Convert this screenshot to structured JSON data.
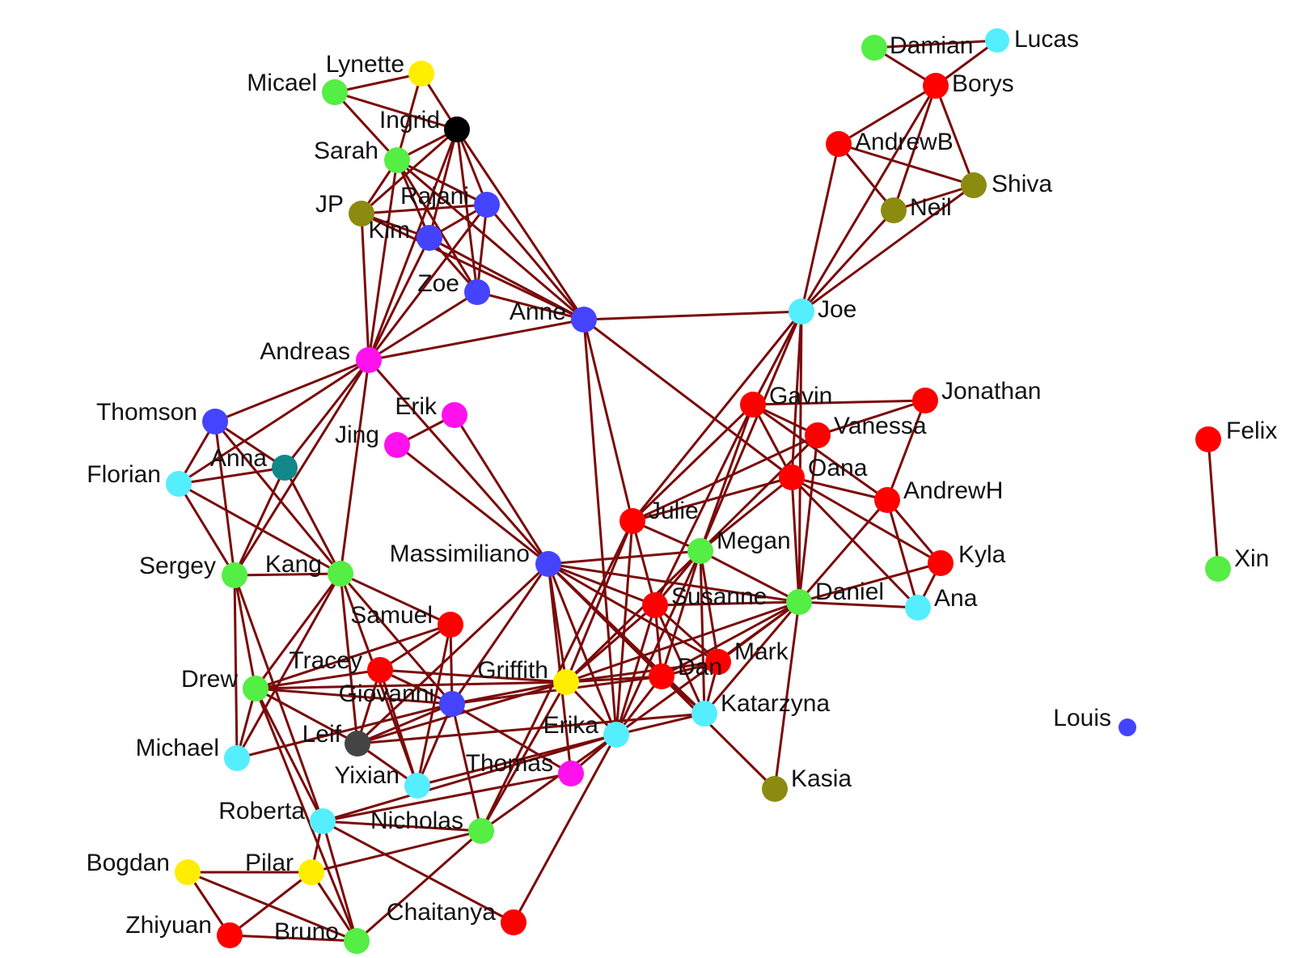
{
  "diagram": {
    "type": "network-graph",
    "edge_color": "#7a0a0a",
    "palette": {
      "red": "#ff0000",
      "green": "#55ee44",
      "cyan": "#55eeff",
      "blue": "#4444ff",
      "magenta": "#ff11ee",
      "yellow": "#ffee00",
      "olive": "#8b8b10",
      "black": "#000000",
      "teal": "#118888",
      "gray": "#444444"
    },
    "nodes": [
      {
        "id": "Damian",
        "label": "Damian",
        "color": "green"
      },
      {
        "id": "Lucas",
        "label": "Lucas",
        "color": "cyan"
      },
      {
        "id": "Borys",
        "label": "Borys",
        "color": "red"
      },
      {
        "id": "AndrewB",
        "label": "AndrewB",
        "color": "red"
      },
      {
        "id": "Shiva",
        "label": "Shiva",
        "color": "olive"
      },
      {
        "id": "Neil",
        "label": "Neil",
        "color": "olive"
      },
      {
        "id": "Joe",
        "label": "Joe",
        "color": "cyan"
      },
      {
        "id": "Lynette",
        "label": "Lynette",
        "color": "yellow"
      },
      {
        "id": "Micael",
        "label": "Micael",
        "color": "green"
      },
      {
        "id": "Ingrid",
        "label": "Ingrid",
        "color": "black"
      },
      {
        "id": "Sarah",
        "label": "Sarah",
        "color": "green"
      },
      {
        "id": "JP",
        "label": "JP",
        "color": "olive"
      },
      {
        "id": "Rajani",
        "label": "Rajani",
        "color": "blue"
      },
      {
        "id": "Kim",
        "label": "Kim",
        "color": "blue"
      },
      {
        "id": "Zoe",
        "label": "Zoe",
        "color": "blue"
      },
      {
        "id": "Anne",
        "label": "Anne",
        "color": "blue"
      },
      {
        "id": "Andreas",
        "label": "Andreas",
        "color": "magenta"
      },
      {
        "id": "Thomson",
        "label": "Thomson",
        "color": "blue"
      },
      {
        "id": "Erik",
        "label": "Erik",
        "color": "magenta"
      },
      {
        "id": "Jing",
        "label": "Jing",
        "color": "magenta"
      },
      {
        "id": "Anna",
        "label": "Anna",
        "color": "teal"
      },
      {
        "id": "Florian",
        "label": "Florian",
        "color": "cyan"
      },
      {
        "id": "Gavin",
        "label": "Gavin",
        "color": "red"
      },
      {
        "id": "Jonathan",
        "label": "Jonathan",
        "color": "red"
      },
      {
        "id": "Vanessa",
        "label": "Vanessa",
        "color": "red"
      },
      {
        "id": "Oana",
        "label": "Oana",
        "color": "red"
      },
      {
        "id": "AndrewH",
        "label": "AndrewH",
        "color": "red"
      },
      {
        "id": "Julie",
        "label": "Julie",
        "color": "red"
      },
      {
        "id": "Megan",
        "label": "Megan",
        "color": "green"
      },
      {
        "id": "Kyla",
        "label": "Kyla",
        "color": "red"
      },
      {
        "id": "Ana",
        "label": "Ana",
        "color": "cyan"
      },
      {
        "id": "Daniel",
        "label": "Daniel",
        "color": "green"
      },
      {
        "id": "Susanne",
        "label": "Susanne",
        "color": "red"
      },
      {
        "id": "Massimiliano",
        "label": "Massimiliano",
        "color": "blue"
      },
      {
        "id": "Sergey",
        "label": "Sergey",
        "color": "green"
      },
      {
        "id": "Kang",
        "label": "Kang",
        "color": "green"
      },
      {
        "id": "Samuel",
        "label": "Samuel",
        "color": "red"
      },
      {
        "id": "Mark",
        "label": "Mark",
        "color": "red"
      },
      {
        "id": "Dan",
        "label": "Dan",
        "color": "red"
      },
      {
        "id": "Tracey",
        "label": "Tracey",
        "color": "red"
      },
      {
        "id": "Griffith",
        "label": "Griffith",
        "color": "yellow"
      },
      {
        "id": "Drew",
        "label": "Drew",
        "color": "green"
      },
      {
        "id": "Giovanni",
        "label": "Giovanni",
        "color": "blue"
      },
      {
        "id": "Katarzyna",
        "label": "Katarzyna",
        "color": "cyan"
      },
      {
        "id": "Erika",
        "label": "Erika",
        "color": "cyan"
      },
      {
        "id": "Leif",
        "label": "Leif",
        "color": "gray"
      },
      {
        "id": "Michael",
        "label": "Michael",
        "color": "cyan"
      },
      {
        "id": "Yixian",
        "label": "Yixian",
        "color": "cyan"
      },
      {
        "id": "Thomas",
        "label": "Thomas",
        "color": "magenta"
      },
      {
        "id": "Kasia",
        "label": "Kasia",
        "color": "olive"
      },
      {
        "id": "Roberta",
        "label": "Roberta",
        "color": "cyan"
      },
      {
        "id": "Nicholas",
        "label": "Nicholas",
        "color": "green"
      },
      {
        "id": "Bogdan",
        "label": "Bogdan",
        "color": "yellow"
      },
      {
        "id": "Pilar",
        "label": "Pilar",
        "color": "yellow"
      },
      {
        "id": "Zhiyuan",
        "label": "Zhiyuan",
        "color": "red"
      },
      {
        "id": "Bruno",
        "label": "Bruno",
        "color": "green"
      },
      {
        "id": "Chaitanya",
        "label": "Chaitanya",
        "color": "red"
      },
      {
        "id": "Felix",
        "label": "Felix",
        "color": "red"
      },
      {
        "id": "Xin",
        "label": "Xin",
        "color": "green"
      },
      {
        "id": "Louis",
        "label": "Louis",
        "color": "blue"
      }
    ],
    "edges": [
      [
        "Damian",
        "Lucas"
      ],
      [
        "Damian",
        "Borys"
      ],
      [
        "Lucas",
        "Borys"
      ],
      [
        "Borys",
        "AndrewB"
      ],
      [
        "Borys",
        "Neil"
      ],
      [
        "Borys",
        "Shiva"
      ],
      [
        "Borys",
        "Joe"
      ],
      [
        "AndrewB",
        "Neil"
      ],
      [
        "AndrewB",
        "Shiva"
      ],
      [
        "AndrewB",
        "Joe"
      ],
      [
        "Neil",
        "Joe"
      ],
      [
        "Shiva",
        "Joe"
      ],
      [
        "Neil",
        "Shiva"
      ],
      [
        "Lynette",
        "Micael"
      ],
      [
        "Lynette",
        "Ingrid"
      ],
      [
        "Lynette",
        "Sarah"
      ],
      [
        "Micael",
        "Sarah"
      ],
      [
        "Micael",
        "Ingrid"
      ],
      [
        "Ingrid",
        "Sarah"
      ],
      [
        "Ingrid",
        "JP"
      ],
      [
        "Ingrid",
        "Kim"
      ],
      [
        "Ingrid",
        "Rajani"
      ],
      [
        "Ingrid",
        "Zoe"
      ],
      [
        "Ingrid",
        "Anne"
      ],
      [
        "Ingrid",
        "Andreas"
      ],
      [
        "Sarah",
        "Kim"
      ],
      [
        "Sarah",
        "Rajani"
      ],
      [
        "Sarah",
        "Zoe"
      ],
      [
        "Sarah",
        "Anne"
      ],
      [
        "Sarah",
        "Andreas"
      ],
      [
        "Sarah",
        "JP"
      ],
      [
        "JP",
        "Rajani"
      ],
      [
        "JP",
        "Kim"
      ],
      [
        "JP",
        "Anne"
      ],
      [
        "JP",
        "Andreas"
      ],
      [
        "Rajani",
        "Kim"
      ],
      [
        "Rajani",
        "Zoe"
      ],
      [
        "Rajani",
        "Anne"
      ],
      [
        "Rajani",
        "Andreas"
      ],
      [
        "Kim",
        "Zoe"
      ],
      [
        "Kim",
        "Anne"
      ],
      [
        "Kim",
        "Andreas"
      ],
      [
        "Zoe",
        "Andreas"
      ],
      [
        "Zoe",
        "Anne"
      ],
      [
        "Anne",
        "Andreas"
      ],
      [
        "Anne",
        "Joe"
      ],
      [
        "Anne",
        "Julie"
      ],
      [
        "Anne",
        "Oana"
      ],
      [
        "Anne",
        "Erika"
      ],
      [
        "Andreas",
        "Thomson"
      ],
      [
        "Andreas",
        "Florian"
      ],
      [
        "Andreas",
        "Sergey"
      ],
      [
        "Andreas",
        "Kang"
      ],
      [
        "Andreas",
        "Anna"
      ],
      [
        "Andreas",
        "Massimiliano"
      ],
      [
        "Erik",
        "Jing"
      ],
      [
        "Erik",
        "Massimiliano"
      ],
      [
        "Jing",
        "Massimiliano"
      ],
      [
        "Thomson",
        "Anna"
      ],
      [
        "Thomson",
        "Florian"
      ],
      [
        "Thomson",
        "Sergey"
      ],
      [
        "Thomson",
        "Kang"
      ],
      [
        "Florian",
        "Anna"
      ],
      [
        "Florian",
        "Sergey"
      ],
      [
        "Florian",
        "Kang"
      ],
      [
        "Anna",
        "Sergey"
      ],
      [
        "Anna",
        "Kang"
      ],
      [
        "Sergey",
        "Kang"
      ],
      [
        "Sergey",
        "Drew"
      ],
      [
        "Sergey",
        "Michael"
      ],
      [
        "Sergey",
        "Roberta"
      ],
      [
        "Kang",
        "Drew"
      ],
      [
        "Kang",
        "Samuel"
      ],
      [
        "Kang",
        "Giovanni"
      ],
      [
        "Kang",
        "Leif"
      ],
      [
        "Kang",
        "Yixian"
      ],
      [
        "Kang",
        "Michael"
      ],
      [
        "Joe",
        "Gavin"
      ],
      [
        "Joe",
        "Julie"
      ],
      [
        "Joe",
        "Megan"
      ],
      [
        "Joe",
        "Oana"
      ],
      [
        "Joe",
        "Daniel"
      ],
      [
        "Gavin",
        "Jonathan"
      ],
      [
        "Gavin",
        "Vanessa"
      ],
      [
        "Gavin",
        "Oana"
      ],
      [
        "Gavin",
        "Megan"
      ],
      [
        "Gavin",
        "Julie"
      ],
      [
        "Gavin",
        "AndrewH"
      ],
      [
        "Gavin",
        "Susanne"
      ],
      [
        "Jonathan",
        "Vanessa"
      ],
      [
        "Jonathan",
        "AndrewH"
      ],
      [
        "Vanessa",
        "Julie"
      ],
      [
        "Vanessa",
        "Daniel"
      ],
      [
        "Vanessa",
        "Megan"
      ],
      [
        "Oana",
        "AndrewH"
      ],
      [
        "Oana",
        "Kyla"
      ],
      [
        "Oana",
        "Daniel"
      ],
      [
        "Oana",
        "Megan"
      ],
      [
        "Oana",
        "Julie"
      ],
      [
        "Oana",
        "Ana"
      ],
      [
        "AndrewH",
        "Kyla"
      ],
      [
        "AndrewH",
        "Ana"
      ],
      [
        "AndrewH",
        "Daniel"
      ],
      [
        "Kyla",
        "Ana"
      ],
      [
        "Kyla",
        "Daniel"
      ],
      [
        "Daniel",
        "Ana"
      ],
      [
        "Daniel",
        "Megan"
      ],
      [
        "Daniel",
        "Susanne"
      ],
      [
        "Daniel",
        "Mark"
      ],
      [
        "Daniel",
        "Dan"
      ],
      [
        "Daniel",
        "Katarzyna"
      ],
      [
        "Daniel",
        "Kasia"
      ],
      [
        "Daniel",
        "Erika"
      ],
      [
        "Daniel",
        "Griffith"
      ],
      [
        "Julie",
        "Megan"
      ],
      [
        "Julie",
        "Griffith"
      ],
      [
        "Julie",
        "Erika"
      ],
      [
        "Julie",
        "Susanne"
      ],
      [
        "Julie",
        "Nicholas"
      ],
      [
        "Megan",
        "Massimiliano"
      ],
      [
        "Megan",
        "Susanne"
      ],
      [
        "Megan",
        "Dan"
      ],
      [
        "Megan",
        "Mark"
      ],
      [
        "Megan",
        "Erika"
      ],
      [
        "Megan",
        "Griffith"
      ],
      [
        "Megan",
        "Katarzyna"
      ],
      [
        "Massimiliano",
        "Daniel"
      ],
      [
        "Massimiliano",
        "Susanne"
      ],
      [
        "Massimiliano",
        "Griffith"
      ],
      [
        "Massimiliano",
        "Dan"
      ],
      [
        "Massimiliano",
        "Erika"
      ],
      [
        "Massimiliano",
        "Katarzyna"
      ],
      [
        "Massimiliano",
        "Kasia"
      ],
      [
        "Massimiliano",
        "Mark"
      ],
      [
        "Massimiliano",
        "Leif"
      ],
      [
        "Massimiliano",
        "Thomas"
      ],
      [
        "Massimiliano",
        "Giovanni"
      ],
      [
        "Susanne",
        "Dan"
      ],
      [
        "Susanne",
        "Mark"
      ],
      [
        "Susanne",
        "Katarzyna"
      ],
      [
        "Susanne",
        "Griffith"
      ],
      [
        "Susanne",
        "Erika"
      ],
      [
        "Samuel",
        "Tracey"
      ],
      [
        "Samuel",
        "Giovanni"
      ],
      [
        "Samuel",
        "Drew"
      ],
      [
        "Samuel",
        "Yixian"
      ],
      [
        "Tracey",
        "Griffith"
      ],
      [
        "Tracey",
        "Leif"
      ],
      [
        "Tracey",
        "Drew"
      ],
      [
        "Tracey",
        "Giovanni"
      ],
      [
        "Tracey",
        "Yixian"
      ],
      [
        "Griffith",
        "Dan"
      ],
      [
        "Griffith",
        "Mark"
      ],
      [
        "Griffith",
        "Giovanni"
      ],
      [
        "Griffith",
        "Leif"
      ],
      [
        "Griffith",
        "Nicholas"
      ],
      [
        "Griffith",
        "Drew"
      ],
      [
        "Griffith",
        "Erika"
      ],
      [
        "Drew",
        "Giovanni"
      ],
      [
        "Drew",
        "Leif"
      ],
      [
        "Drew",
        "Michael"
      ],
      [
        "Drew",
        "Roberta"
      ],
      [
        "Drew",
        "Bruno"
      ],
      [
        "Giovanni",
        "Thomas"
      ],
      [
        "Giovanni",
        "Yixian"
      ],
      [
        "Giovanni",
        "Nicholas"
      ],
      [
        "Giovanni",
        "Leif"
      ],
      [
        "Giovanni",
        "Michael"
      ],
      [
        "Giovanni",
        "Dan"
      ],
      [
        "Erika",
        "Thomas"
      ],
      [
        "Erika",
        "Yixian"
      ],
      [
        "Erika",
        "Nicholas"
      ],
      [
        "Erika",
        "Katarzyna"
      ],
      [
        "Erika",
        "Chaitanya"
      ],
      [
        "Erika",
        "Roberta"
      ],
      [
        "Erika",
        "Dan"
      ],
      [
        "Leif",
        "Katarzyna"
      ],
      [
        "Leif",
        "Yixian"
      ],
      [
        "Dan",
        "Mark"
      ],
      [
        "Dan",
        "Katarzyna"
      ],
      [
        "Mark",
        "Katarzyna"
      ],
      [
        "Roberta",
        "Nicholas"
      ],
      [
        "Roberta",
        "Pilar"
      ],
      [
        "Roberta",
        "Bruno"
      ],
      [
        "Roberta",
        "Chaitanya"
      ],
      [
        "Roberta",
        "Thomas"
      ],
      [
        "Nicholas",
        "Pilar"
      ],
      [
        "Nicholas",
        "Bruno"
      ],
      [
        "Bogdan",
        "Pilar"
      ],
      [
        "Bogdan",
        "Zhiyuan"
      ],
      [
        "Bogdan",
        "Bruno"
      ],
      [
        "Pilar",
        "Zhiyuan"
      ],
      [
        "Pilar",
        "Bruno"
      ],
      [
        "Zhiyuan",
        "Bruno"
      ],
      [
        "Felix",
        "Xin"
      ]
    ]
  }
}
